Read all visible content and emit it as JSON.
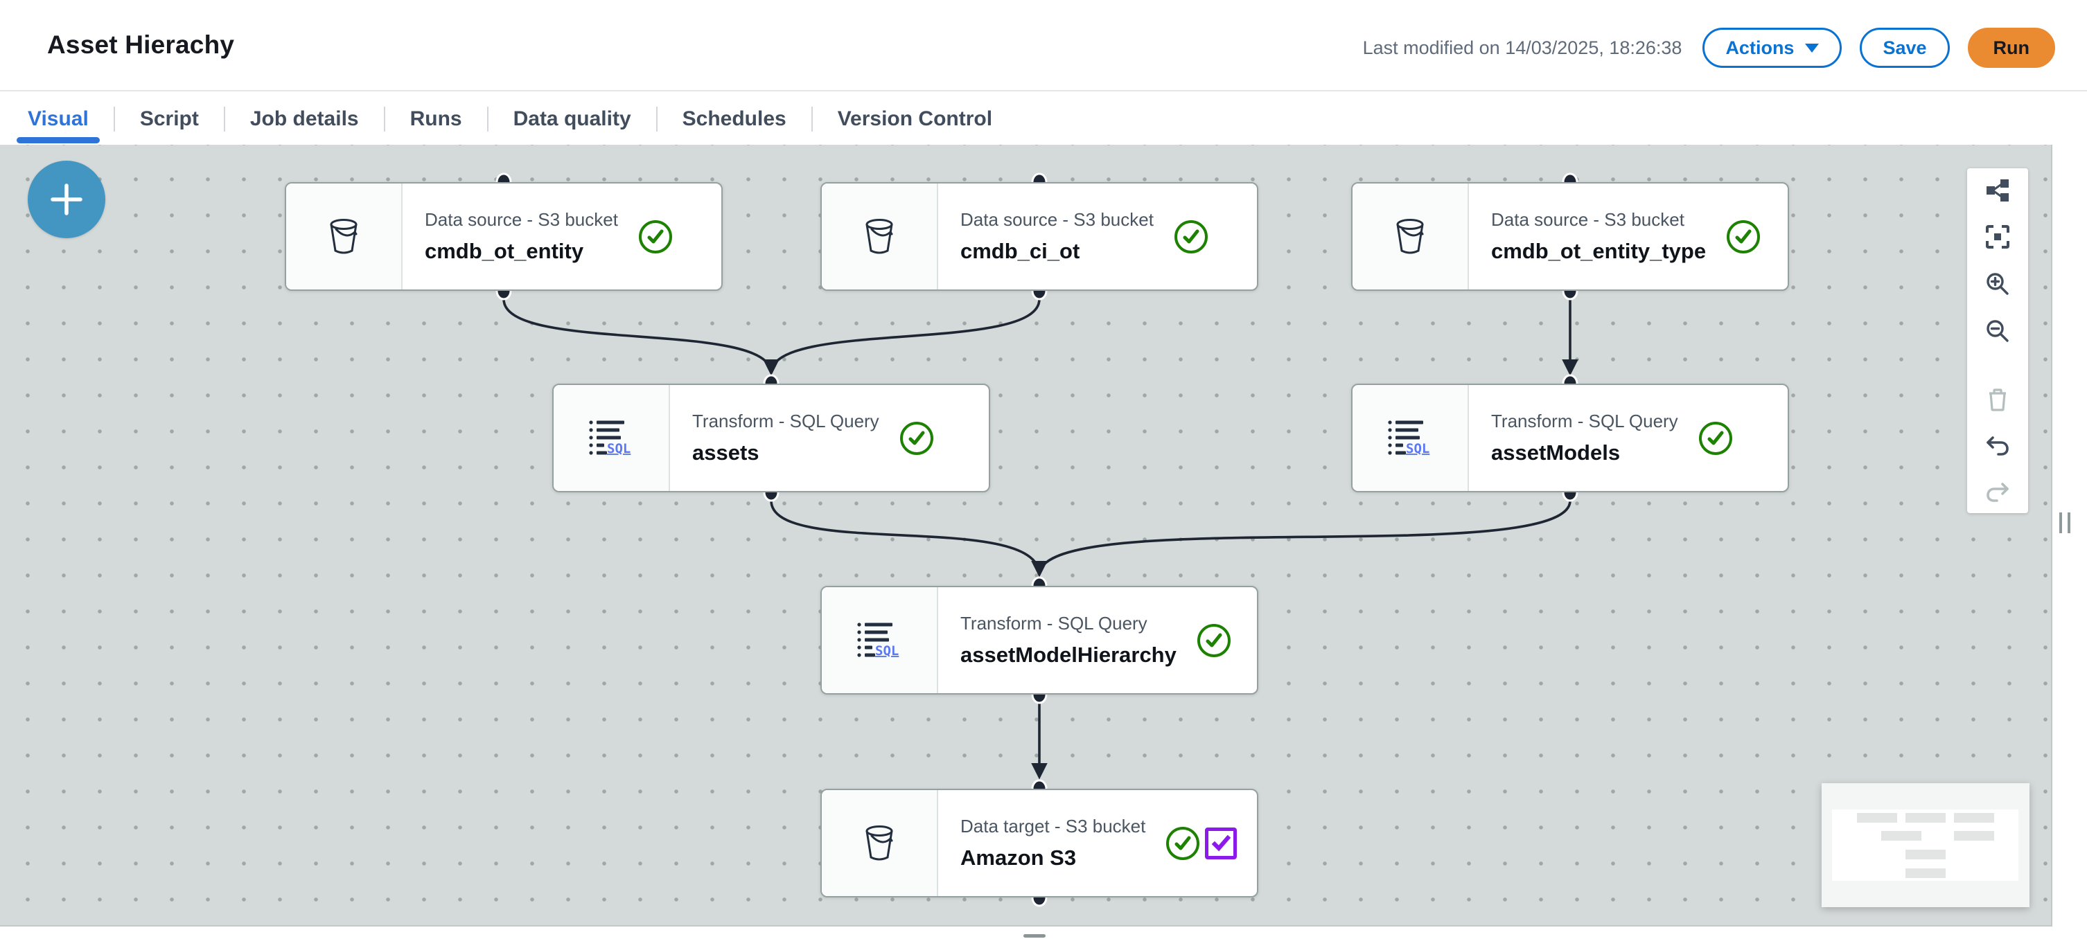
{
  "header": {
    "title": "Asset Hierachy",
    "last_modified": "Last modified on 14/03/2025, 18:26:38",
    "actions_label": "Actions",
    "save_label": "Save",
    "run_label": "Run"
  },
  "tabs": {
    "active": "Visual",
    "items": [
      {
        "label": "Visual"
      },
      {
        "label": "Script"
      },
      {
        "label": "Job details"
      },
      {
        "label": "Runs"
      },
      {
        "label": "Data quality"
      },
      {
        "label": "Schedules"
      },
      {
        "label": "Version Control"
      }
    ]
  },
  "canvas": {
    "nodes": [
      {
        "type_label": "Data source - S3 bucket",
        "name": "cmdb_ot_entity",
        "icon": "s3-bucket-icon",
        "status": "success"
      },
      {
        "type_label": "Data source - S3 bucket",
        "name": "cmdb_ci_ot",
        "icon": "s3-bucket-icon",
        "status": "success"
      },
      {
        "type_label": "Data source - S3 bucket",
        "name": "cmdb_ot_entity_type",
        "icon": "s3-bucket-icon",
        "status": "success"
      },
      {
        "type_label": "Transform - SQL Query",
        "name": "assets",
        "icon": "sql-icon",
        "status": "success"
      },
      {
        "type_label": "Transform - SQL Query",
        "name": "assetModels",
        "icon": "sql-icon",
        "status": "success"
      },
      {
        "type_label": "Transform - SQL Query",
        "name": "assetModelHierarchy",
        "icon": "sql-icon",
        "status": "success"
      },
      {
        "type_label": "Data target - S3 bucket",
        "name": "Amazon S3",
        "icon": "s3-bucket-icon",
        "status": "success",
        "selected": true
      }
    ],
    "edges": [
      {
        "from": "cmdb_ot_entity",
        "to": "assets"
      },
      {
        "from": "cmdb_ci_ot",
        "to": "assets"
      },
      {
        "from": "cmdb_ot_entity_type",
        "to": "assetModels"
      },
      {
        "from": "assets",
        "to": "assetModelHierarchy"
      },
      {
        "from": "assetModels",
        "to": "assetModelHierarchy"
      },
      {
        "from": "assetModelHierarchy",
        "to": "Amazon S3"
      }
    ]
  },
  "toolbar": {
    "icons": [
      "share-icon",
      "fit-to-screen-icon",
      "zoom-in-icon",
      "zoom-out-icon",
      "delete-icon",
      "undo-icon",
      "redo-icon"
    ],
    "disabled_icons": [
      "delete-icon",
      "redo-icon"
    ]
  },
  "colors": {
    "accent_blue": "#0972d3",
    "tab_active_blue": "#2e73d8",
    "run_orange": "#ea8b32",
    "success_green": "#1d8102",
    "selection_purple": "#8c1aeb",
    "canvas_bg": "#d4d9d9",
    "edge_dark": "#1f2633",
    "add_button_blue": "#4396c1"
  }
}
